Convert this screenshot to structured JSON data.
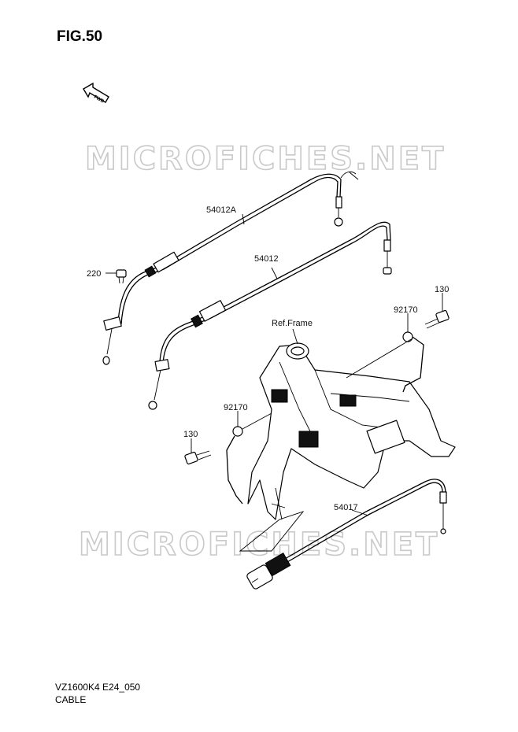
{
  "figure_title": "FIG.50",
  "fwd_label": "FWD",
  "watermark": "MICROFICHES.NET",
  "ref_frame_label": "Ref.Frame",
  "part_labels": {
    "p220": "220",
    "p54012A": "54012A",
    "p54012": "54012",
    "p130_right": "130",
    "p92170_right": "92170",
    "p92170_left": "92170",
    "p130_left": "130",
    "p54017": "54017"
  },
  "footer": {
    "code": "VZ1600K4 E24_050",
    "name": "CABLE"
  }
}
